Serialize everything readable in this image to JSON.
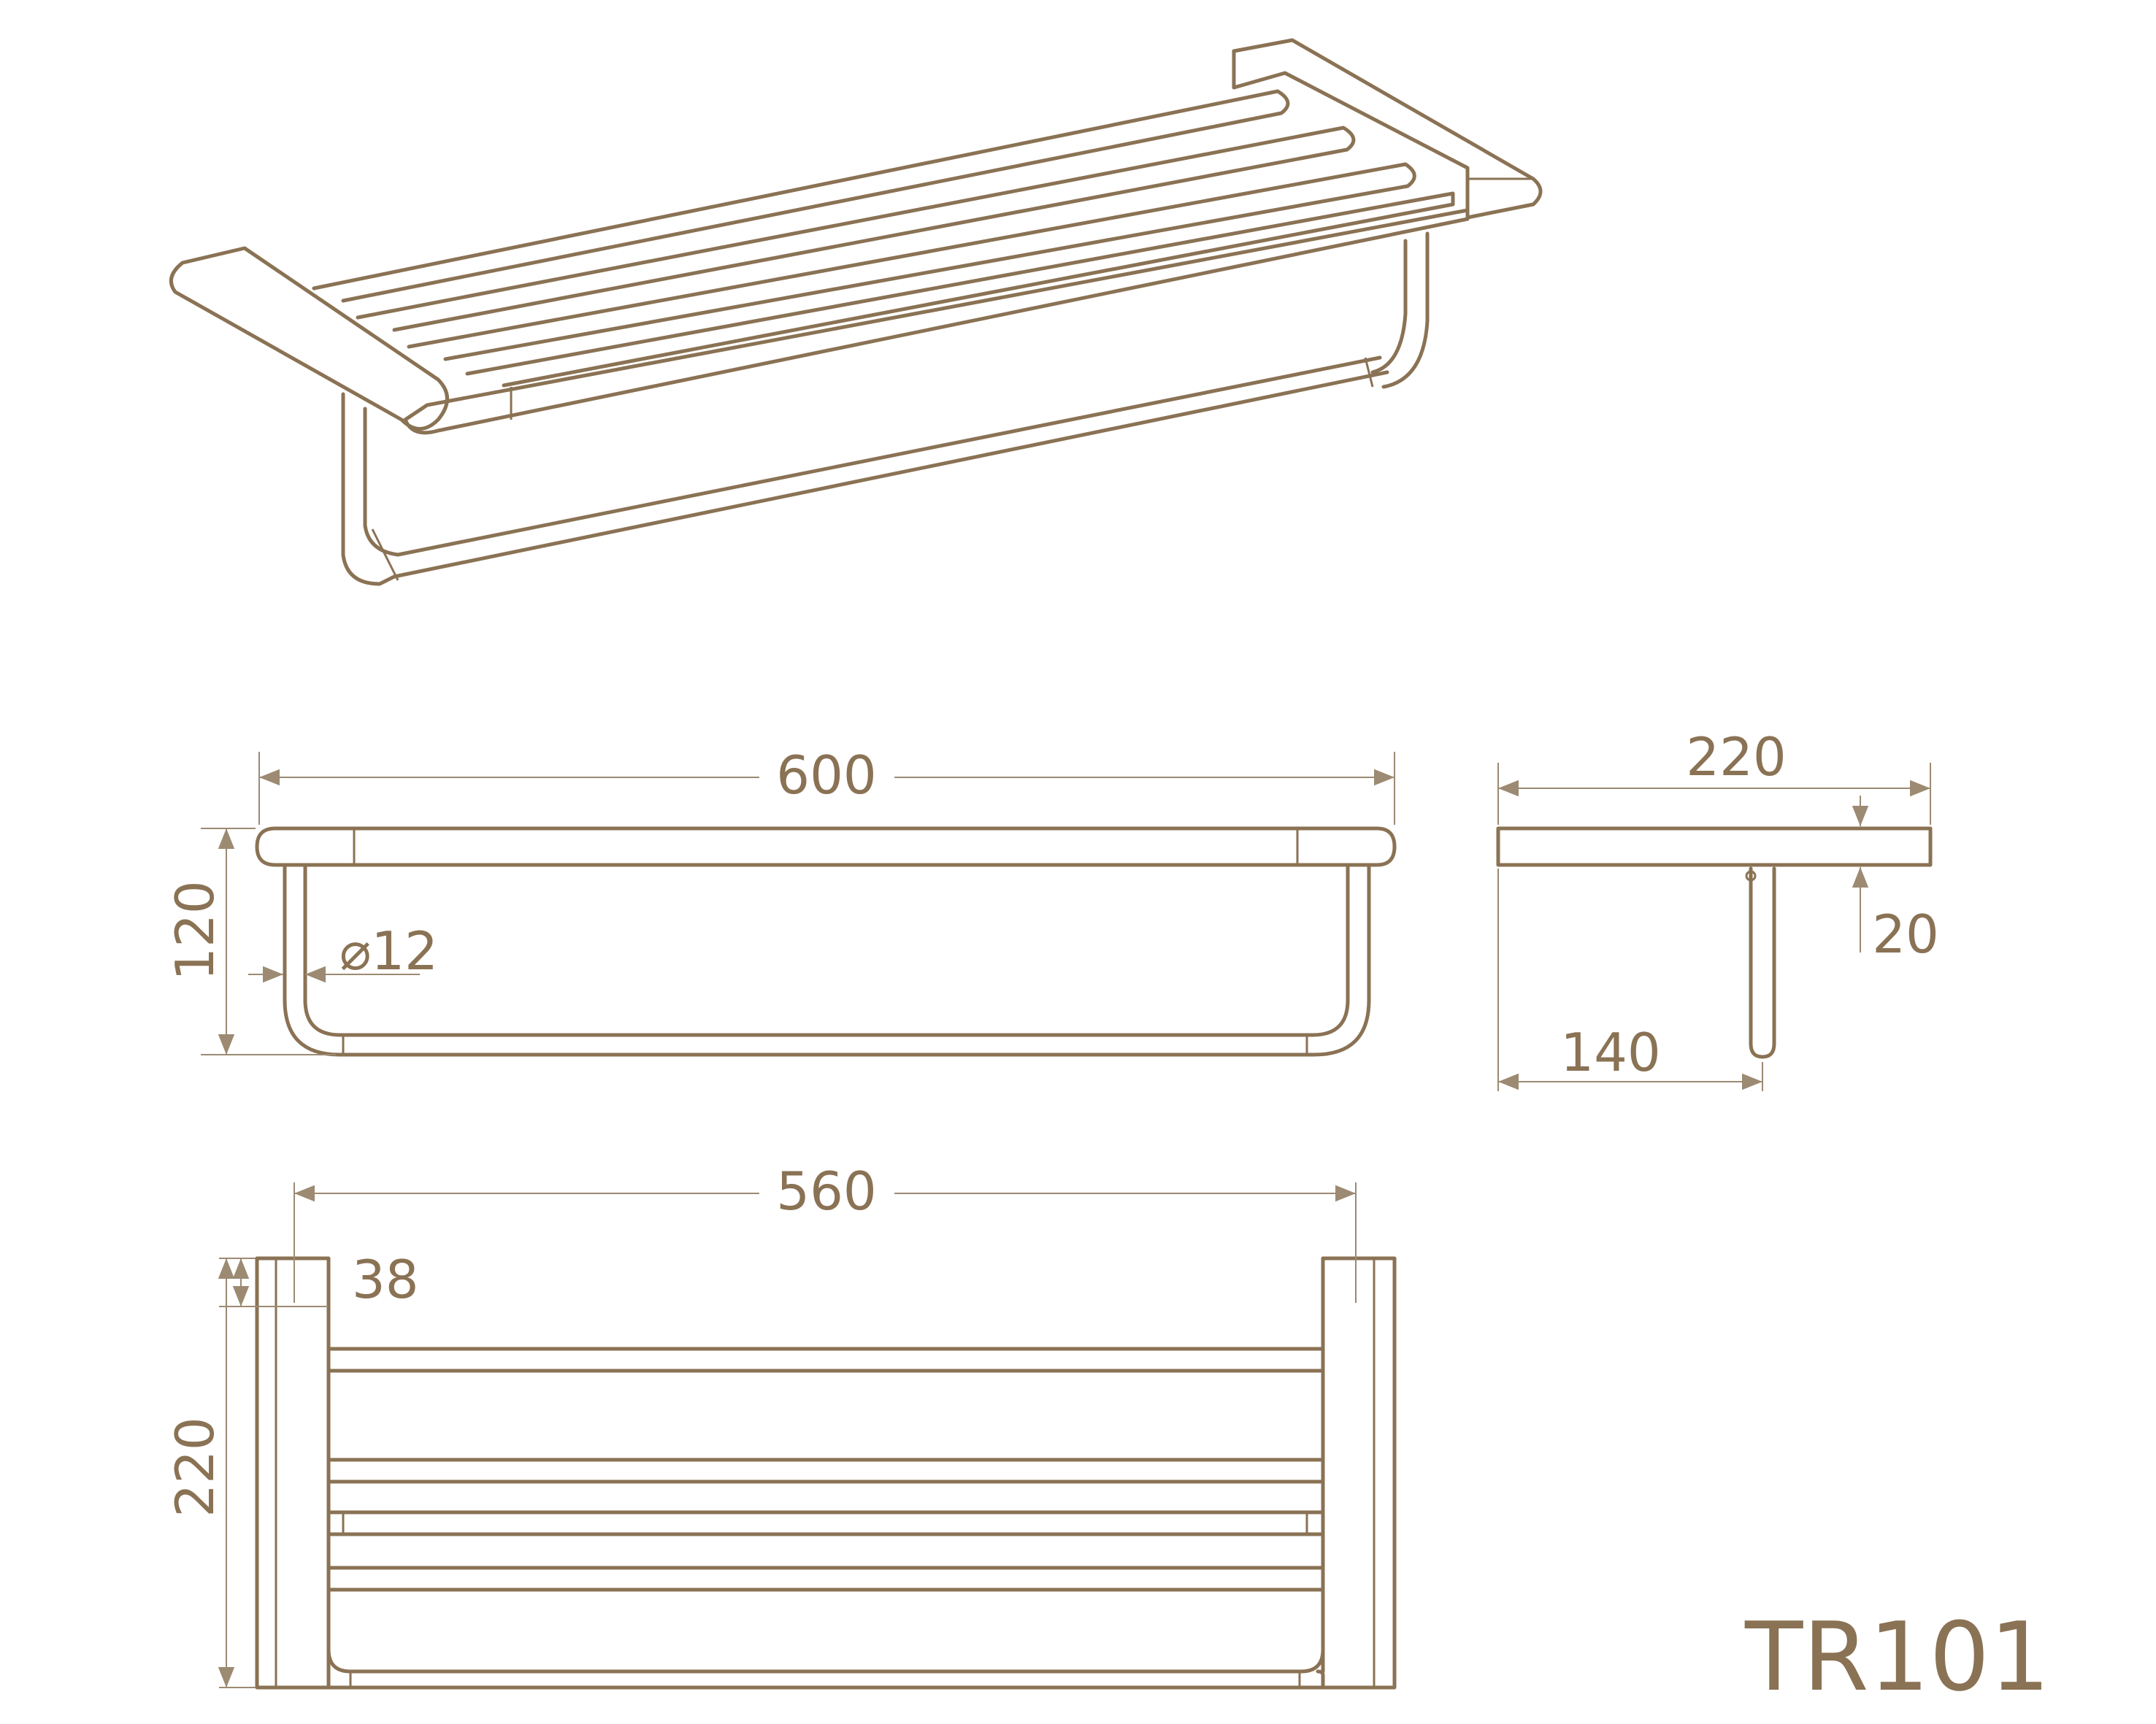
{
  "model_code": "TR101",
  "colors": {
    "line": "#8a7254",
    "dimension": "#9c8a72",
    "background": "#ffffff"
  },
  "dimensions": {
    "front_width": "600",
    "front_height": "120",
    "bar_diameter": "⌀12",
    "side_depth": "220",
    "side_thickness": "20",
    "side_bar_offset": "140",
    "top_inner_width": "560",
    "top_bracket_width": "38",
    "top_depth": "220"
  }
}
